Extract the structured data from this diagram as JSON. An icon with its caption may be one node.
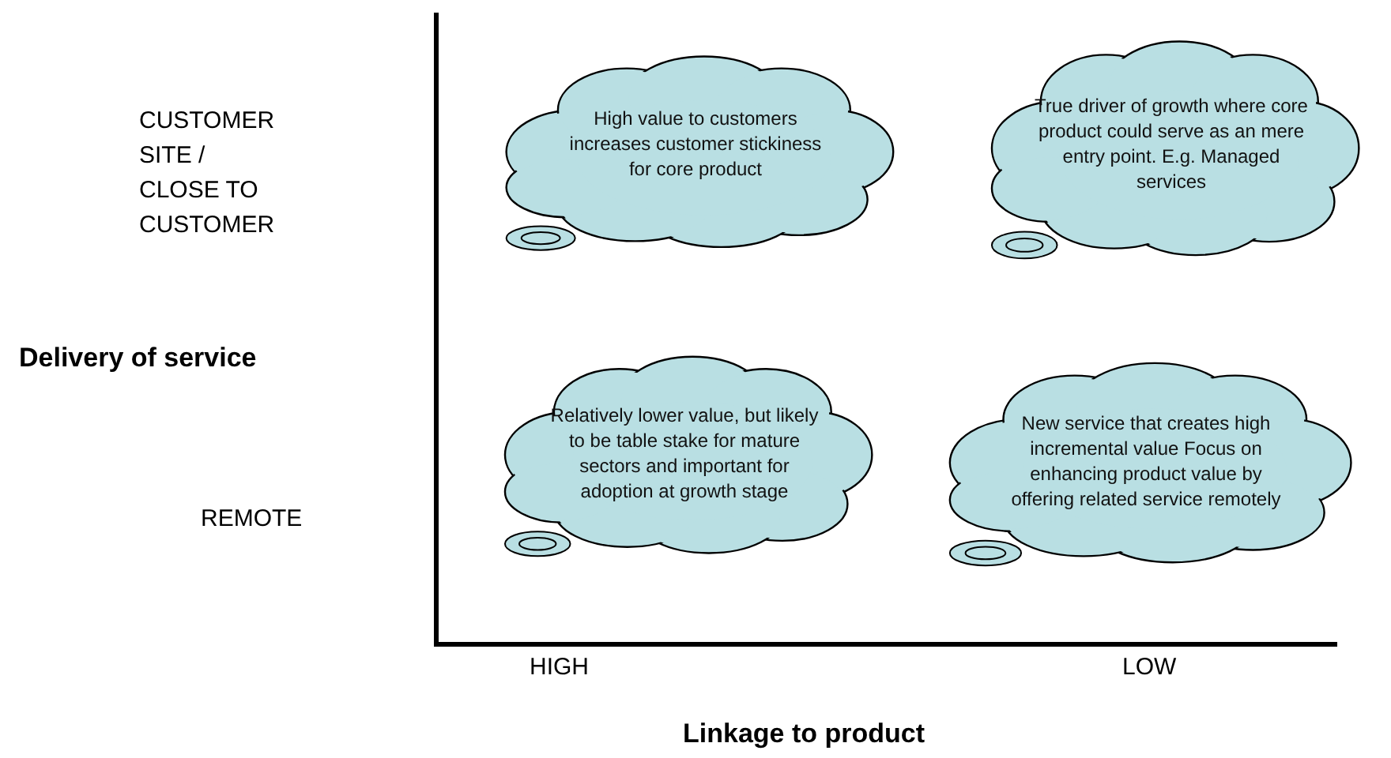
{
  "diagram": {
    "nodes": [
      {
        "text": [
          "High value to customers increases customer stickiness for core product"
        ]
      },
      {
        "text": [
          "True driver of growth where core product could serve as an mere entry point. E.g. Managed services"
        ]
      },
      {
        "text": [
          "Relatively lower value, but likely to be table stake for mature sectors and important for adoption at growth stage"
        ]
      },
      {
        "text": [
          "New service that creates high incremental value Focus on enhancing product value by offering related service remotely"
        ]
      }
    ],
    "labels": [
      "CUSTOMER SITE / CLOSE TO CUSTOMER",
      "Delivery of service",
      "REMOTE",
      "HIGH",
      "LOW",
      "Linkage to product"
    ]
  }
}
